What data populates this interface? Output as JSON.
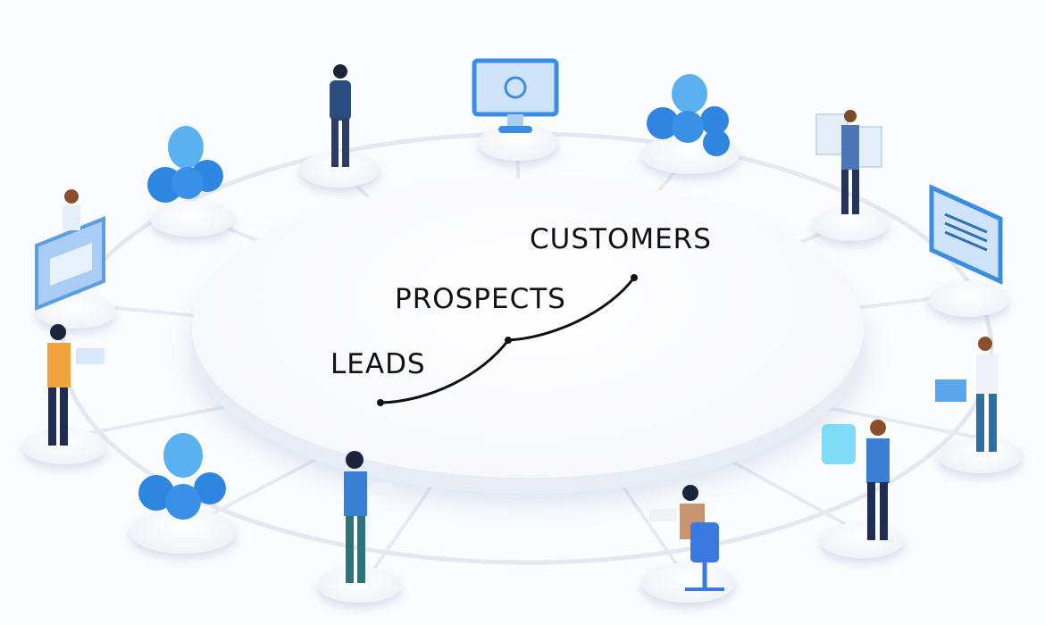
{
  "diagram": {
    "stages": [
      {
        "label": "LEADS"
      },
      {
        "label": "PROSPECTS"
      },
      {
        "label": "CUSTOMERS"
      }
    ],
    "nodes": [
      {
        "type": "person-walking"
      },
      {
        "type": "monitor-dashboard"
      },
      {
        "type": "user-group"
      },
      {
        "type": "person-with-documents"
      },
      {
        "type": "monitor-text"
      },
      {
        "type": "person-with-box"
      },
      {
        "type": "person-with-shield"
      },
      {
        "type": "person-in-chair"
      },
      {
        "type": "person-with-paper"
      },
      {
        "type": "user-group"
      },
      {
        "type": "person-with-tablet"
      },
      {
        "type": "person-with-monitor"
      },
      {
        "type": "user-group"
      }
    ],
    "colors": {
      "accent": "#3a8de6",
      "line": "#111111",
      "platform": "#ffffff"
    }
  }
}
